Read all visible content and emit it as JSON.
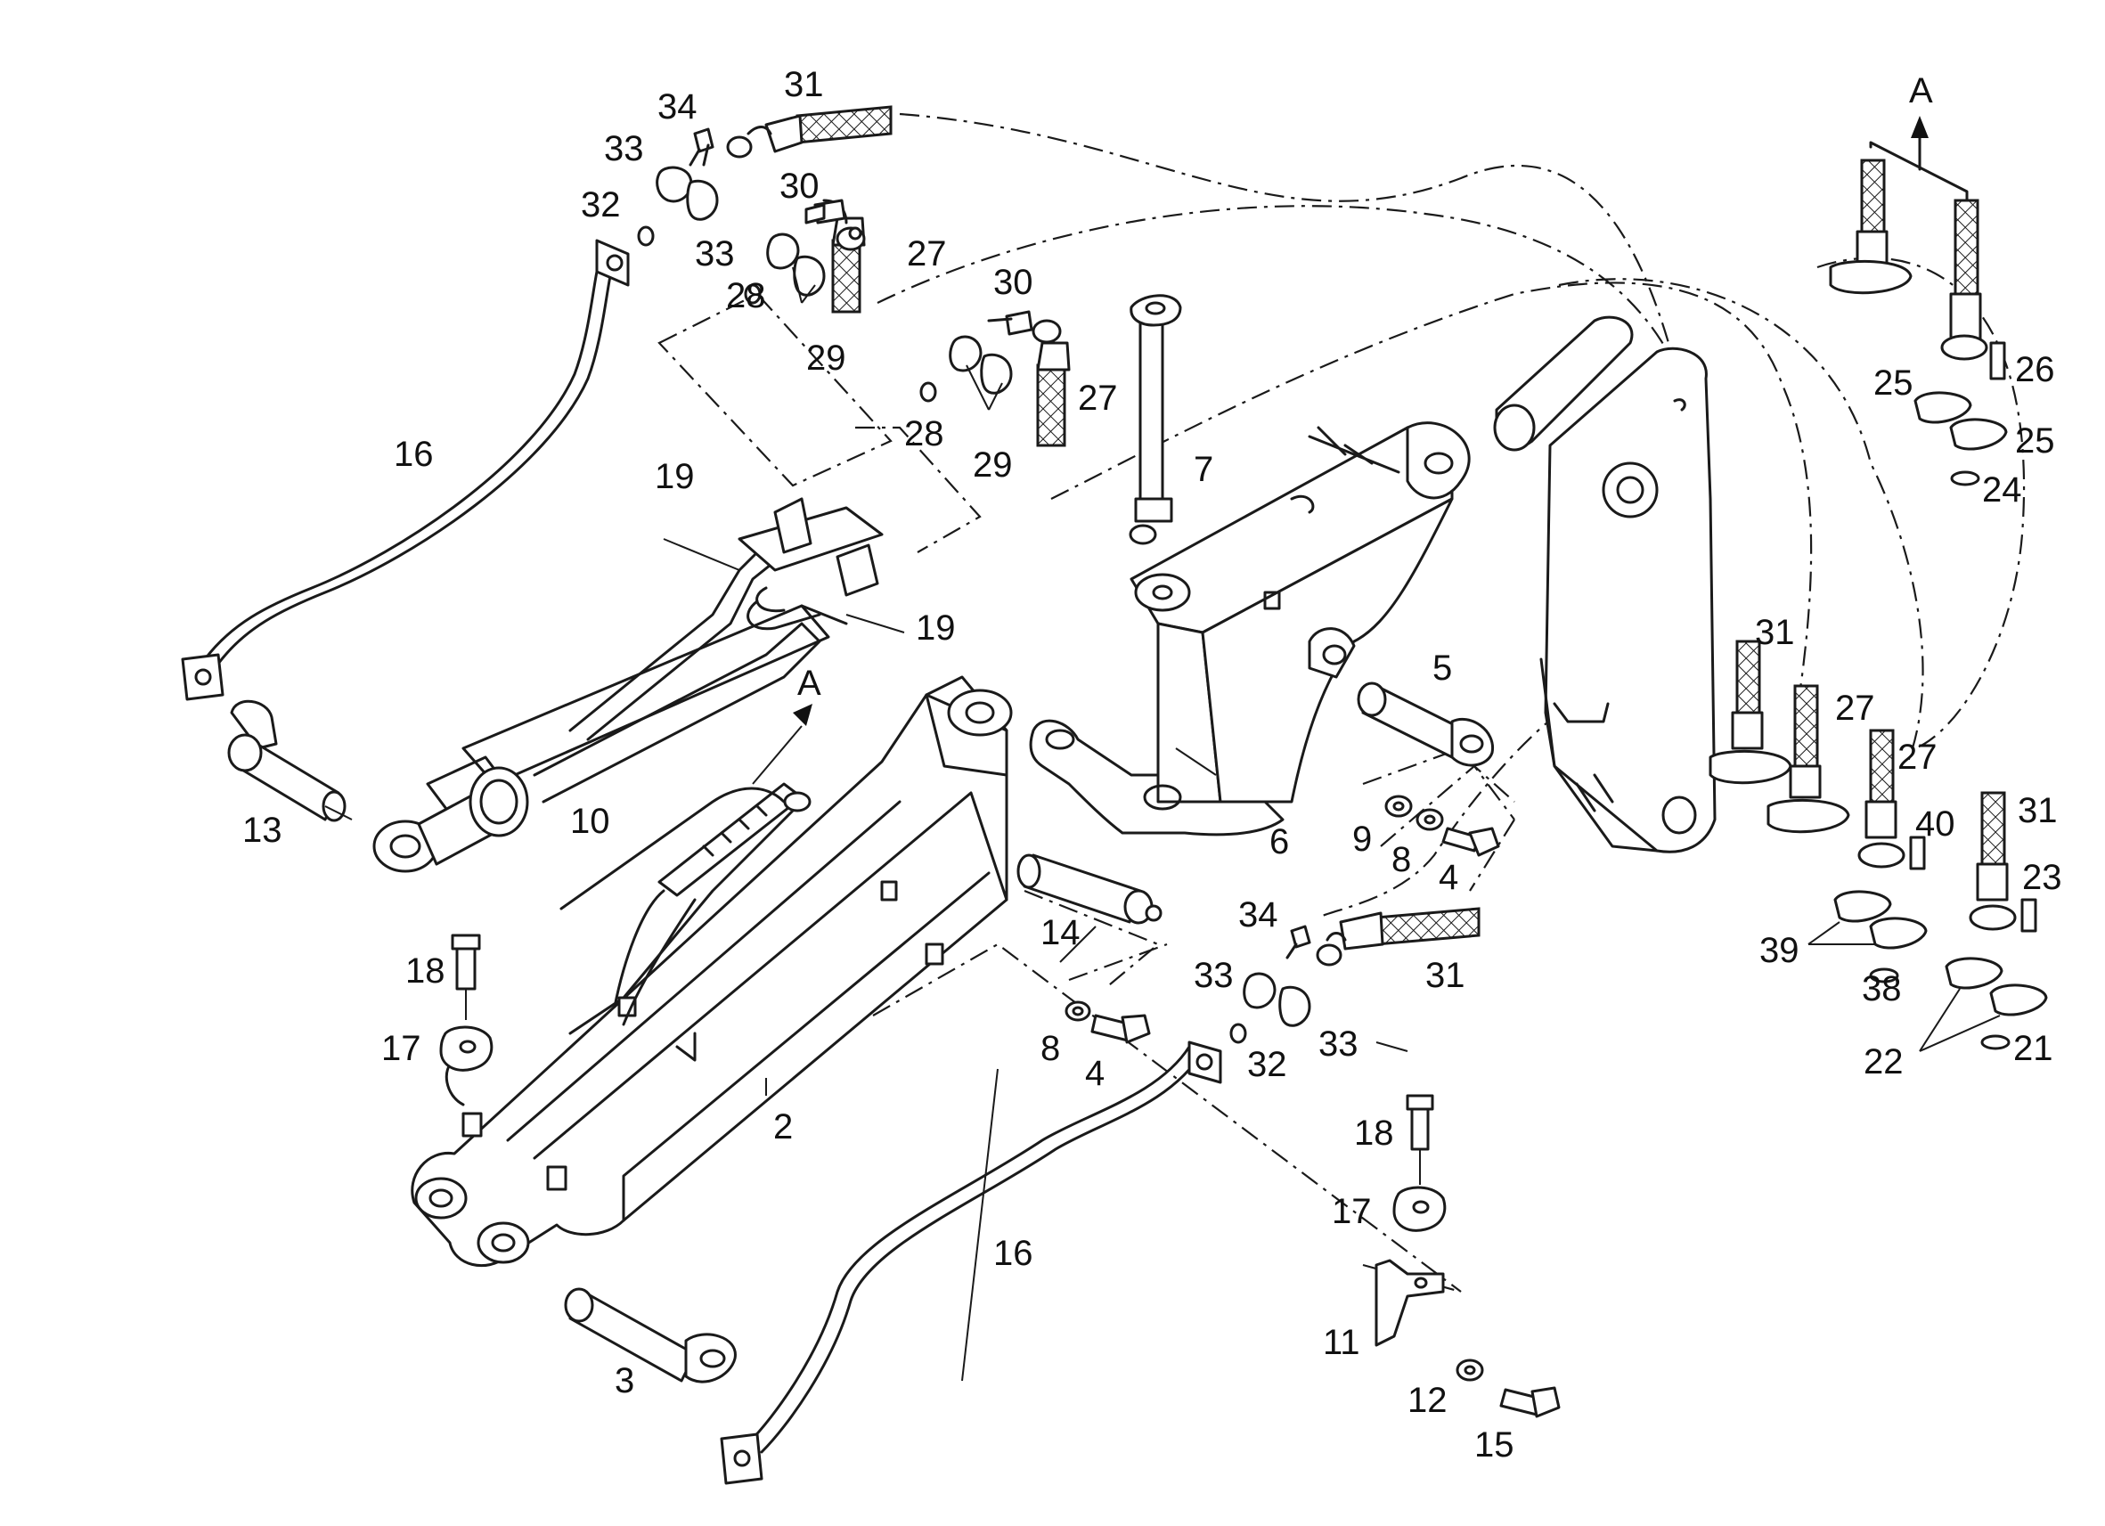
{
  "diagram": {
    "view_marker": "A",
    "callouts": [
      {
        "id": "c31a",
        "text": "31"
      },
      {
        "id": "c34a",
        "text": "34"
      },
      {
        "id": "c33a",
        "text": "33"
      },
      {
        "id": "c32a",
        "text": "32"
      },
      {
        "id": "c33b",
        "text": "33"
      },
      {
        "id": "c30a",
        "text": "30"
      },
      {
        "id": "c27a",
        "text": "27"
      },
      {
        "id": "c28a",
        "text": "28"
      },
      {
        "id": "c29a",
        "text": "29"
      },
      {
        "id": "c30b",
        "text": "30"
      },
      {
        "id": "c27b",
        "text": "27"
      },
      {
        "id": "c28b",
        "text": "28"
      },
      {
        "id": "c29b",
        "text": "29"
      },
      {
        "id": "c16a",
        "text": "16"
      },
      {
        "id": "c7",
        "text": "7"
      },
      {
        "id": "c19a",
        "text": "19"
      },
      {
        "id": "c19b",
        "text": "19"
      },
      {
        "id": "c5",
        "text": "5"
      },
      {
        "id": "c13",
        "text": "13"
      },
      {
        "id": "c10",
        "text": "10"
      },
      {
        "id": "c6",
        "text": "6"
      },
      {
        "id": "c9",
        "text": "9"
      },
      {
        "id": "c8a",
        "text": "8"
      },
      {
        "id": "c4a",
        "text": "4"
      },
      {
        "id": "c14",
        "text": "14"
      },
      {
        "id": "c34b",
        "text": "34"
      },
      {
        "id": "c33c",
        "text": "33"
      },
      {
        "id": "c31b",
        "text": "31"
      },
      {
        "id": "c18a",
        "text": "18"
      },
      {
        "id": "c17a",
        "text": "17"
      },
      {
        "id": "c8b",
        "text": "8"
      },
      {
        "id": "c4b",
        "text": "4"
      },
      {
        "id": "c32b",
        "text": "32"
      },
      {
        "id": "c33d",
        "text": "33"
      },
      {
        "id": "c2",
        "text": "2"
      },
      {
        "id": "c16b",
        "text": "16"
      },
      {
        "id": "c18b",
        "text": "18"
      },
      {
        "id": "c17b",
        "text": "17"
      },
      {
        "id": "c11",
        "text": "11"
      },
      {
        "id": "c12",
        "text": "12"
      },
      {
        "id": "c15",
        "text": "15"
      },
      {
        "id": "c3",
        "text": "3"
      },
      {
        "id": "c26",
        "text": "26"
      },
      {
        "id": "c25a",
        "text": "25"
      },
      {
        "id": "c25b",
        "text": "25"
      },
      {
        "id": "c24",
        "text": "24"
      },
      {
        "id": "c31c",
        "text": "31"
      },
      {
        "id": "c27c",
        "text": "27"
      },
      {
        "id": "c27d",
        "text": "27"
      },
      {
        "id": "c40",
        "text": "40"
      },
      {
        "id": "c31d",
        "text": "31"
      },
      {
        "id": "c23",
        "text": "23"
      },
      {
        "id": "c39",
        "text": "39"
      },
      {
        "id": "c38",
        "text": "38"
      },
      {
        "id": "c22",
        "text": "22"
      },
      {
        "id": "c21",
        "text": "21"
      }
    ]
  }
}
